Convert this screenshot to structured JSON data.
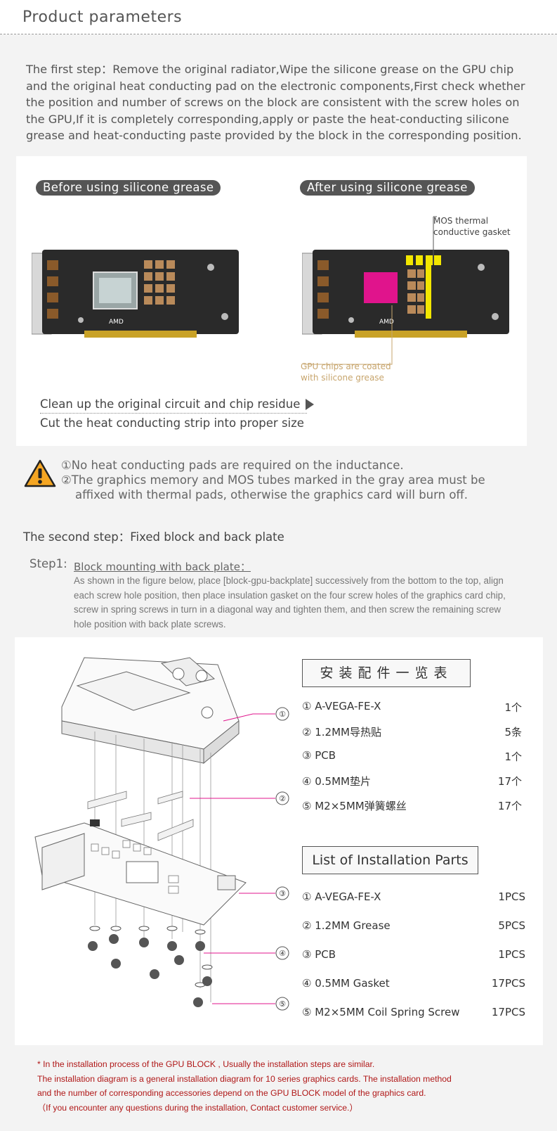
{
  "header": {
    "title": "Product parameters"
  },
  "intro": {
    "text": "The first step：Remove the original radiator,Wipe the silicone grease on the GPU chip and the original heat conducting pad on the electronic components,First check whether the position and number of screws on the block are consistent with the screw holes on the GPU,If it is completely corresponding,apply or paste the heat-conducting silicone grease and heat-conducting paste provided by the block in the corresponding position."
  },
  "panel1": {
    "before_label": "Before using silicone grease",
    "after_label": "After using silicone grease",
    "mos_label_1": "MOS thermal",
    "mos_label_2": "conductive gasket",
    "gpu_label_1": "GPU chips are coated",
    "gpu_label_2": "with silicone grease",
    "chip_brand": "AMD",
    "step_a": "Clean up the original circuit and chip residue",
    "step_b": "Cut the heat conducting strip into proper size"
  },
  "warning": {
    "line1": "①No heat conducting pads are required on the inductance.",
    "line2": "②The graphics memory and MOS tubes marked in the gray area must be",
    "line3": "affixed with thermal pads, otherwise the graphics card will burn off."
  },
  "step2": {
    "title": "The second step：Fixed block and back plate",
    "label": "Step1:",
    "subtitle": "Block mounting with back plate：",
    "body": "As shown in the figure below, place [block-gpu-backplate] successively from the bottom to the top, align each screw hole position, then place insulation gasket on the four screw holes of the graphics card chip, screw in spring screws in turn in a diagonal way and tighten them, and then screw the remaining screw hole position with back plate screws."
  },
  "diagram": {
    "callouts": [
      "①",
      "②",
      "③",
      "④",
      "⑤"
    ]
  },
  "parts_cn": {
    "title": "安装配件一览表",
    "items": [
      {
        "name": "① A-VEGA-FE-X",
        "qty": "1个"
      },
      {
        "name": "② 1.2MM导热贴",
        "qty": "5条"
      },
      {
        "name": "③ PCB",
        "qty": "1个"
      },
      {
        "name": "④ 0.5MM垫片",
        "qty": "17个"
      },
      {
        "name": "⑤ M2×5MM弹簧螺丝",
        "qty": "17个"
      }
    ]
  },
  "parts_en": {
    "title": "List of Installation Parts",
    "items": [
      {
        "name": "① A-VEGA-FE-X",
        "qty": "1PCS"
      },
      {
        "name": "② 1.2MM Grease",
        "qty": "5PCS"
      },
      {
        "name": "③ PCB",
        "qty": "1PCS"
      },
      {
        "name": "④ 0.5MM Gasket",
        "qty": "17PCS"
      },
      {
        "name": "⑤ M2×5MM Coil Spring Screw",
        "qty": "17PCS"
      }
    ]
  },
  "notes": {
    "line1": "* In the installation process of the GPU BLOCK , Usually the installation steps are similar.",
    "line2": "The installation diagram is a general installation diagram for 10 series graphics cards. The installation method",
    "line3": "and the number of corresponding accessories depend on the GPU BLOCK model of the graphics card.",
    "line4": "（If you encounter any questions during the installation, Contact customer service.）"
  },
  "colors": {
    "accent_pink": "#e0148c",
    "mos_yellow": "#f2e600",
    "warning_orange": "#f5a623",
    "note_red": "#b01818"
  }
}
